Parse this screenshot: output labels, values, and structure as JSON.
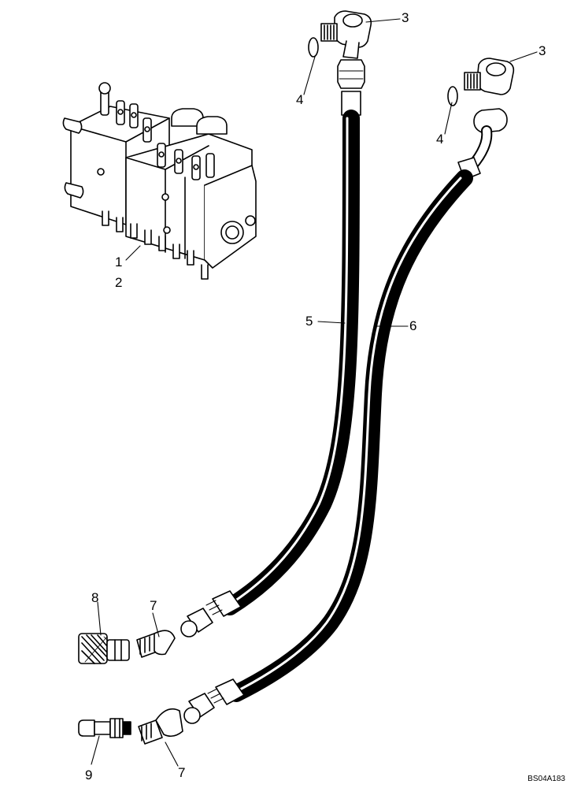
{
  "callouts": {
    "c1": "1",
    "c2": "2",
    "c3a": "3",
    "c3b": "3",
    "c4a": "4",
    "c4b": "4",
    "c5": "5",
    "c6": "6",
    "c7a": "7",
    "c7b": "7",
    "c8": "8",
    "c9": "9"
  },
  "reference_code": "BS04A183"
}
